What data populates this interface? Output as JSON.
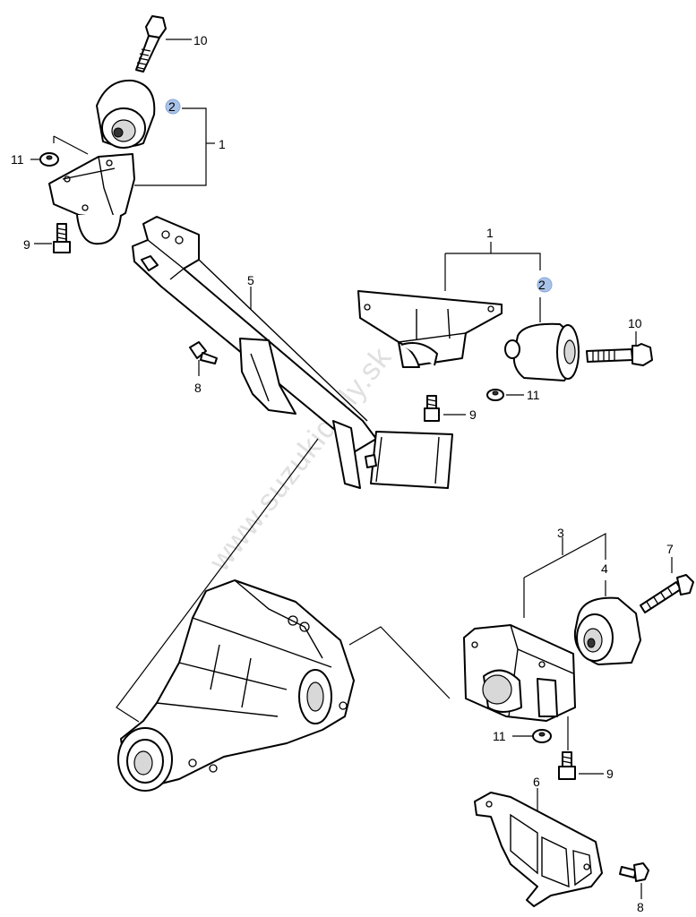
{
  "watermark": "www.suzukidiely.sk",
  "highlight_color": "#a9c3e8",
  "callouts": {
    "c1_top": "1",
    "c1_right": "1",
    "c2_top": "2",
    "c2_right": "2",
    "c3": "3",
    "c4": "4",
    "c5": "5",
    "c6": "6",
    "c7": "7",
    "c8_left": "8",
    "c8_bottom": "8",
    "c9_left": "9",
    "c9_mid": "9",
    "c9_bottom": "9",
    "c10_top": "10",
    "c10_right": "10",
    "c11_left": "11",
    "c11_mid": "11",
    "c11_bottom": "11"
  }
}
